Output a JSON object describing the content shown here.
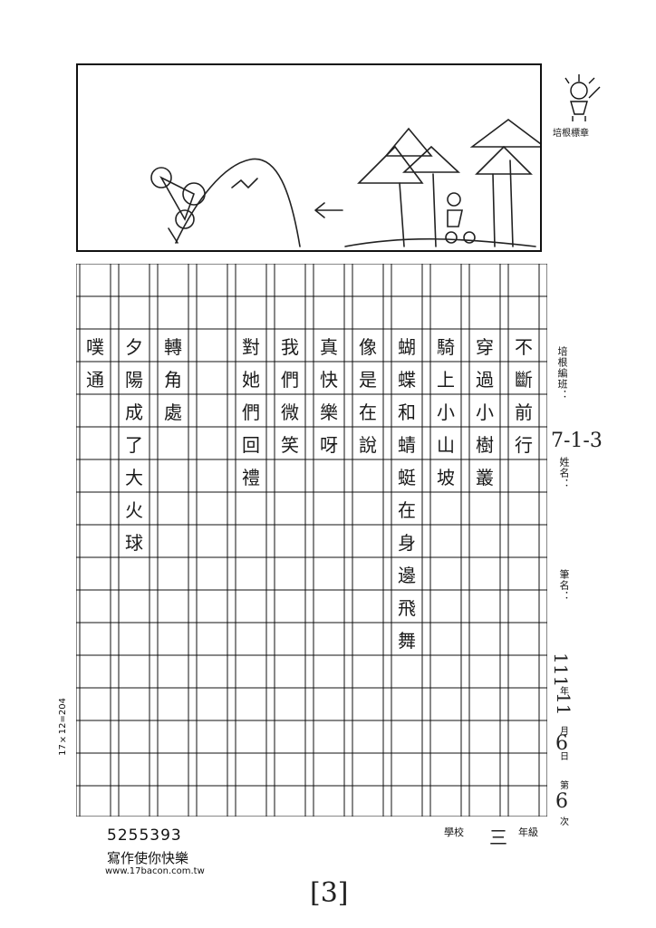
{
  "stamp": {
    "label": "培根標章"
  },
  "labels": {
    "class": "培根編班：",
    "name": "姓名：",
    "penname": "筆名：",
    "year": "年",
    "month": "月",
    "day": "日",
    "count_prefix": "第",
    "count_suffix": "次",
    "school": "學校",
    "grade": "年級",
    "grid_spec": "17×12=204"
  },
  "handwritten": {
    "class_code": "7-1-3",
    "year": "111",
    "month": "11",
    "day": "6",
    "count": "6",
    "grade": "三",
    "page": "[3]"
  },
  "footer": {
    "phone": "5255393",
    "slogan": "寫作使你快樂",
    "url": "www.17bacon.com.tw"
  },
  "columns": [
    "不斷前行",
    "穿過小樹叢",
    "騎上小山坡",
    "蝴蝶和蜻蜓在身邊飛舞",
    "像是在說",
    "真快樂呀",
    "我們微笑",
    "對她們回禮",
    "",
    "轉角處",
    "夕陽成了大火球",
    "噗通"
  ],
  "colors": {
    "ink": "#111111",
    "pencil": "#2a2a2a"
  }
}
